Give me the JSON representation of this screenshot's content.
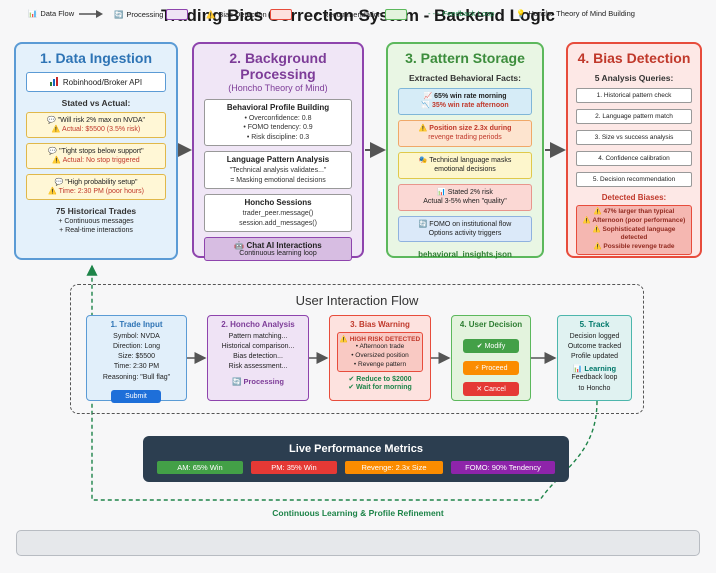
{
  "title": "Trading Bias Correction System - Backend Logic",
  "panel1": {
    "title": "1. Data Ingestion",
    "broker_icon": "bar-chart-icon",
    "broker": "Robinhood/Broker API",
    "section": "Stated vs Actual:",
    "quotes": [
      {
        "stated": "\"Will risk 2% max on NVDA\"",
        "actual": "Actual: $5500 (3.5% risk)"
      },
      {
        "stated": "\"Tight stops below support\"",
        "actual": "Actual: No stop triggered"
      },
      {
        "stated": "\"High probability setup\"",
        "actual": "Time: 2:30 PM (poor hours)"
      }
    ],
    "trades_title": "75 Historical Trades",
    "trades_lines": [
      "+ Continuous messages",
      "+ Real-time interactions"
    ]
  },
  "panel2": {
    "title": "2. Background Processing",
    "subtitle": "(Honcho Theory of Mind)",
    "profile": {
      "title": "Behavioral Profile Building",
      "lines": [
        "• Overconfidence: 0.8",
        "• FOMO tendency: 0.9",
        "• Risk discipline: 0.3"
      ]
    },
    "language": {
      "title": "Language Pattern Analysis",
      "lines": [
        "\"Technical analysis validates...\"",
        "= Masking emotional decisions"
      ]
    },
    "sessions": {
      "title": "Honcho Sessions",
      "lines": [
        "trader_peer.message()",
        "session.add_messages()"
      ]
    },
    "chat": {
      "title": "Chat AI Interactions",
      "sub": "Continuous learning loop"
    }
  },
  "panel3": {
    "title": "3. Pattern Storage",
    "section": "Extracted Behavioral Facts:",
    "fact1": {
      "a": "65% win rate morning",
      "b": "35% win rate afternoon"
    },
    "fact2": {
      "a": "Position size 2.3x during",
      "b": "revenge trading periods"
    },
    "fact3": {
      "a": "Technical language masks",
      "b": "emotional decisions"
    },
    "fact4": {
      "a": "Stated 2% risk",
      "b": "Actual 3-5% when \"quality\""
    },
    "fact5": {
      "a": "FOMO on institutional flow",
      "b": "Options activity triggers"
    },
    "file": "behavioral_insights.json"
  },
  "panel4": {
    "title": "4. Bias Detection",
    "section": "5 Analysis Queries:",
    "queries": [
      "1. Historical pattern check",
      "2. Language pattern match",
      "3. Size vs success analysis",
      "4. Confidence calibration",
      "5. Decision recommendation"
    ],
    "detected_title": "Detected Biases:",
    "detected": [
      "47% larger than typical",
      "Afternoon (poor performance)",
      "Sophisticated language detected",
      "Possible revenge trade"
    ]
  },
  "flow": {
    "title": "User Interaction Flow",
    "trade": {
      "title": "1. Trade Input",
      "lines": [
        "Symbol: NVDA",
        "Direction: Long",
        "Size: $5500",
        "Time: 2:30 PM",
        "Reasoning: \"Bull flag\""
      ],
      "submit": "Submit"
    },
    "honcho": {
      "title": "2. Honcho Analysis",
      "lines": [
        "Pattern matching...",
        "Historical comparison...",
        "Bias detection...",
        "Risk assessment..."
      ],
      "status": "Processing"
    },
    "warning": {
      "title": "3. Bias Warning",
      "alert": "HIGH RISK DETECTED",
      "alert_lines": [
        "• Afternoon trade",
        "• Oversized position",
        "• Revenge pattern"
      ],
      "rec1": "Reduce to $2000",
      "rec2": "Wait for morning"
    },
    "decision": {
      "title": "4. User Decision",
      "modify": "Modify",
      "proceed": "Proceed",
      "cancel": "Cancel"
    },
    "track": {
      "title": "5. Track",
      "lines": [
        "Decision logged",
        "Outcome tracked",
        "Profile updated"
      ],
      "learning": "Learning",
      "feedback": [
        "Feedback loop",
        "to Honcho"
      ]
    }
  },
  "metrics": {
    "title": "Live Performance Metrics",
    "items": [
      {
        "label": "AM: 65% Win",
        "color": "#43a047"
      },
      {
        "label": "PM: 35% Win",
        "color": "#e53935"
      },
      {
        "label": "Revenge: 2.3x Size",
        "color": "#fb8c00"
      },
      {
        "label": "FOMO: 90% Tendency",
        "color": "#8e24aa"
      }
    ]
  },
  "footnote": "Continuous Learning & Profile Refinement",
  "legend": {
    "data_flow": "Data Flow",
    "processing": "Processing",
    "bias_detection": "Bias Detection",
    "recommendation": "Recommendation",
    "feedback_loop": "Feedback Loop",
    "honcho": "Honcho Theory of Mind Building"
  },
  "colors": {
    "blue": "#5b9bd5",
    "purple": "#8e44ad",
    "green": "#5cb85c",
    "red": "#e74c3c",
    "orange": "#f39c12",
    "dark": "#2c3e50"
  }
}
